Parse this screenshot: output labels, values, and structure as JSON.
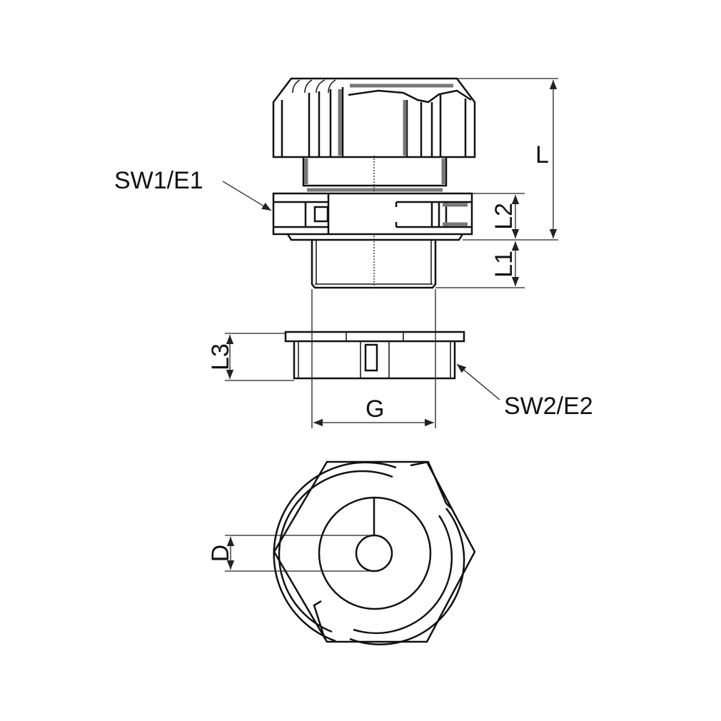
{
  "labels": {
    "L": "L",
    "L1": "L1",
    "L2": "L2",
    "L3": "L3",
    "G": "G",
    "D": "D",
    "SW1_E1": "SW1/E1",
    "SW2_E2": "SW2/E2"
  }
}
